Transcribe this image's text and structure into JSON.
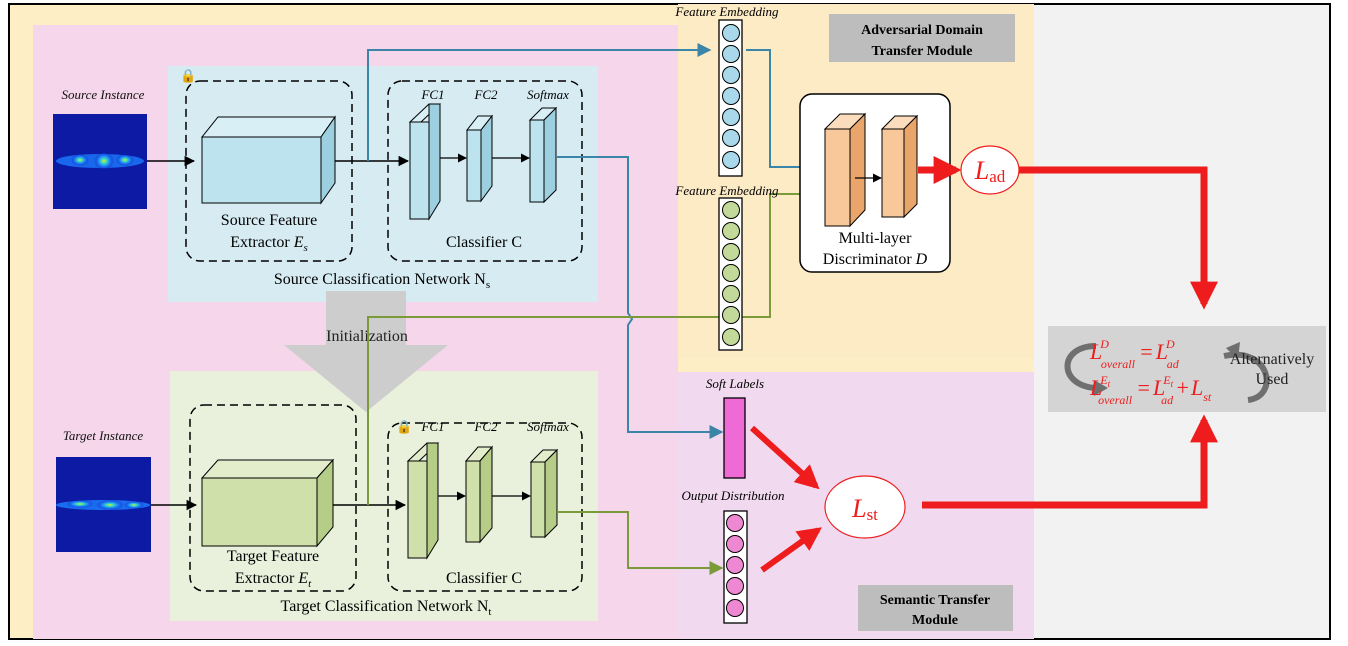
{
  "source_instance": {
    "label": "Source Instance"
  },
  "target_instance": {
    "label": "Target Instance"
  },
  "source_extractor": {
    "line1": "Source Feature",
    "line2_prefix": "Extractor ",
    "line2_var": "E",
    "line2_sub": "s"
  },
  "target_extractor": {
    "line1": "Target Feature",
    "line2_prefix": "Extractor ",
    "line2_var": "E",
    "line2_sub": "t"
  },
  "source_classifier": {
    "fc1": "FC1",
    "fc2": "FC2",
    "softmax": "Softmax",
    "label": "Classifier C"
  },
  "target_classifier": {
    "fc1": "FC1",
    "fc2": "FC2",
    "softmax": "Softmax",
    "label": "Classifier C"
  },
  "source_network": {
    "label": "Source Classification Network N",
    "sub": "s"
  },
  "target_network": {
    "label": "Target Classification Network N",
    "sub": "t"
  },
  "initialization": {
    "label": "Initialization"
  },
  "feature_embedding_top": {
    "label": "Feature Embedding"
  },
  "feature_embedding_bottom": {
    "label": "Feature Embedding"
  },
  "soft_labels": {
    "label": "Soft Labels"
  },
  "output_distribution": {
    "label": "Output Distribution"
  },
  "adversarial_module": {
    "line1": "Adversarial Domain",
    "line2": "Transfer Module"
  },
  "semantic_module": {
    "line1": "Semantic Transfer",
    "line2": "Module"
  },
  "discriminator": {
    "line1": "Multi-layer",
    "line2_prefix": "Discriminator ",
    "line2_var": "D"
  },
  "loss_ad": {
    "main": "L",
    "sub": "ad"
  },
  "loss_st": {
    "main": "L",
    "sub": "st"
  },
  "objective": {
    "eq1_lhs": "L",
    "eq1_lhs_sup": "D",
    "eq1_lhs_sub": "overall",
    "eq1_eq": "=",
    "eq1_rhs": "L",
    "eq1_rhs_sup": "D",
    "eq1_rhs_sub": "ad",
    "eq2_lhs": "L",
    "eq2_lhs_sup": "E",
    "eq2_lhs_supsub": "t",
    "eq2_lhs_sub": "overall",
    "eq2_eq": "=",
    "eq2_rhs": "L",
    "eq2_rhs_sup": "E",
    "eq2_rhs_supsub": "t",
    "eq2_rhs_sub": "ad",
    "eq2_plus": "+",
    "eq2_last": "L",
    "eq2_last_sub": "st",
    "alt1": "Alternatively",
    "alt2": "Used"
  },
  "colors": {
    "outer": "#fdeec6",
    "pink": "#f6d6ea",
    "yellow_module": "#fdebc6",
    "semantic_module": "#f1d9ef",
    "right_panel": "#f2f2f2",
    "source_net": "#d6ebf2",
    "target_net": "#e9f0dc",
    "blue_block": "#bde3ef",
    "green_block": "#cfe0ab",
    "blue_circle": "#a9d8ea",
    "green_circle": "#c2d99a",
    "pink_circle": "#ee88d3",
    "soft_label_bar": "#f06ad6",
    "discriminator_block": "#f8c79a",
    "blue_line": "#3b86a8",
    "green_line": "#7b9a3a",
    "red": "#ee1c1c",
    "gray_box": "#bdbdbd"
  }
}
